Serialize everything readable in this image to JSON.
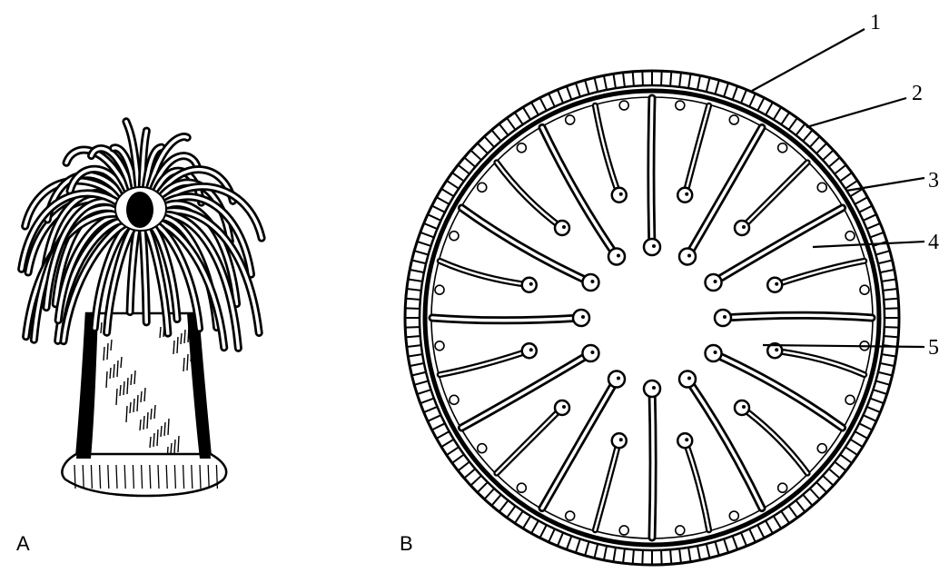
{
  "panels": {
    "a": {
      "letter": "A"
    },
    "b": {
      "letter": "B"
    }
  },
  "callouts": [
    "1",
    "2",
    "3",
    "4",
    "5"
  ],
  "colors": {
    "ink": "#000000",
    "paper": "#ffffff"
  }
}
